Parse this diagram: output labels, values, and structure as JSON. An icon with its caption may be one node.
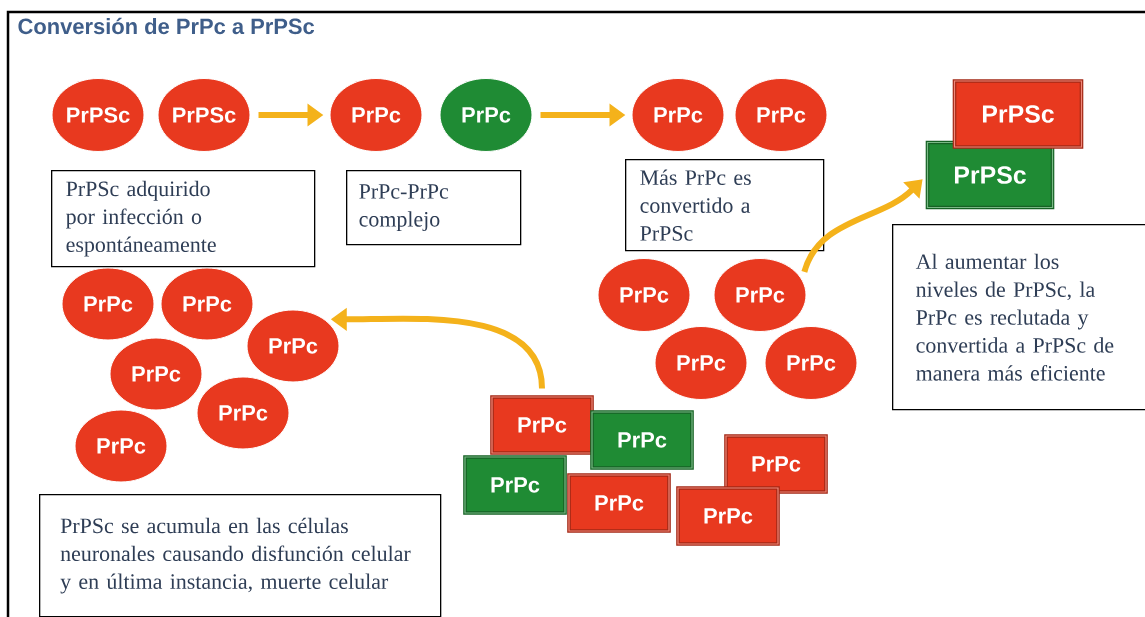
{
  "diagram": {
    "title": "Conversión de PrPc a PrPSc",
    "nodes": [
      {
        "text": [
          "PrPSc"
        ]
      },
      {
        "text": [
          "PrPSc"
        ]
      },
      {
        "text": [
          "PrPc"
        ]
      },
      {
        "text": [
          "PrPc"
        ]
      },
      {
        "text": [
          "PrPc"
        ]
      },
      {
        "text": [
          "PrPc"
        ]
      },
      {
        "text": [
          "PrPSc"
        ]
      },
      {
        "text": [
          "PrPSc"
        ]
      },
      {
        "text": [
          "PrPSc adquirido por infección o espontáneamente"
        ]
      },
      {
        "text": [
          "PrPc-PrPc complejo"
        ]
      },
      {
        "text": [
          "Más PrPc es convertido a PrPSc"
        ]
      },
      {
        "text": [
          "Al aumentar los niveles de PrPSc, la PrPc es reclutada y convertida a PrPSc de manera más eficiente"
        ]
      },
      {
        "text": [
          "PrPc"
        ]
      },
      {
        "text": [
          "PrPc"
        ]
      },
      {
        "text": [
          "PrPc"
        ]
      },
      {
        "text": [
          "PrPc"
        ]
      },
      {
        "text": [
          "PrPc"
        ]
      },
      {
        "text": [
          "PrPc"
        ]
      },
      {
        "text": [
          "PrPc"
        ]
      },
      {
        "text": [
          "PrPc"
        ]
      },
      {
        "text": [
          "PrPc"
        ]
      },
      {
        "text": [
          "PrPc"
        ]
      },
      {
        "text": [
          "PrPc"
        ]
      },
      {
        "text": [
          "PrPc"
        ]
      },
      {
        "text": [
          "PrPc"
        ]
      },
      {
        "text": [
          "PrPc"
        ]
      },
      {
        "text": [
          "PrPc"
        ]
      },
      {
        "text": [
          "PrPc"
        ]
      },
      {
        "text": [
          "PrPSc se acumula en las células neuronales causando disfunción celular y en última instancia, muerte celular"
        ]
      }
    ],
    "edges": [
      {
        "from": 1,
        "to": 2,
        "arrow": "to"
      },
      {
        "from": 3,
        "to": 4,
        "arrow": "to"
      },
      {
        "from": 13,
        "to": 7,
        "arrow": "to"
      },
      {
        "from": 22,
        "to": 18,
        "arrow": "to"
      }
    ]
  }
}
